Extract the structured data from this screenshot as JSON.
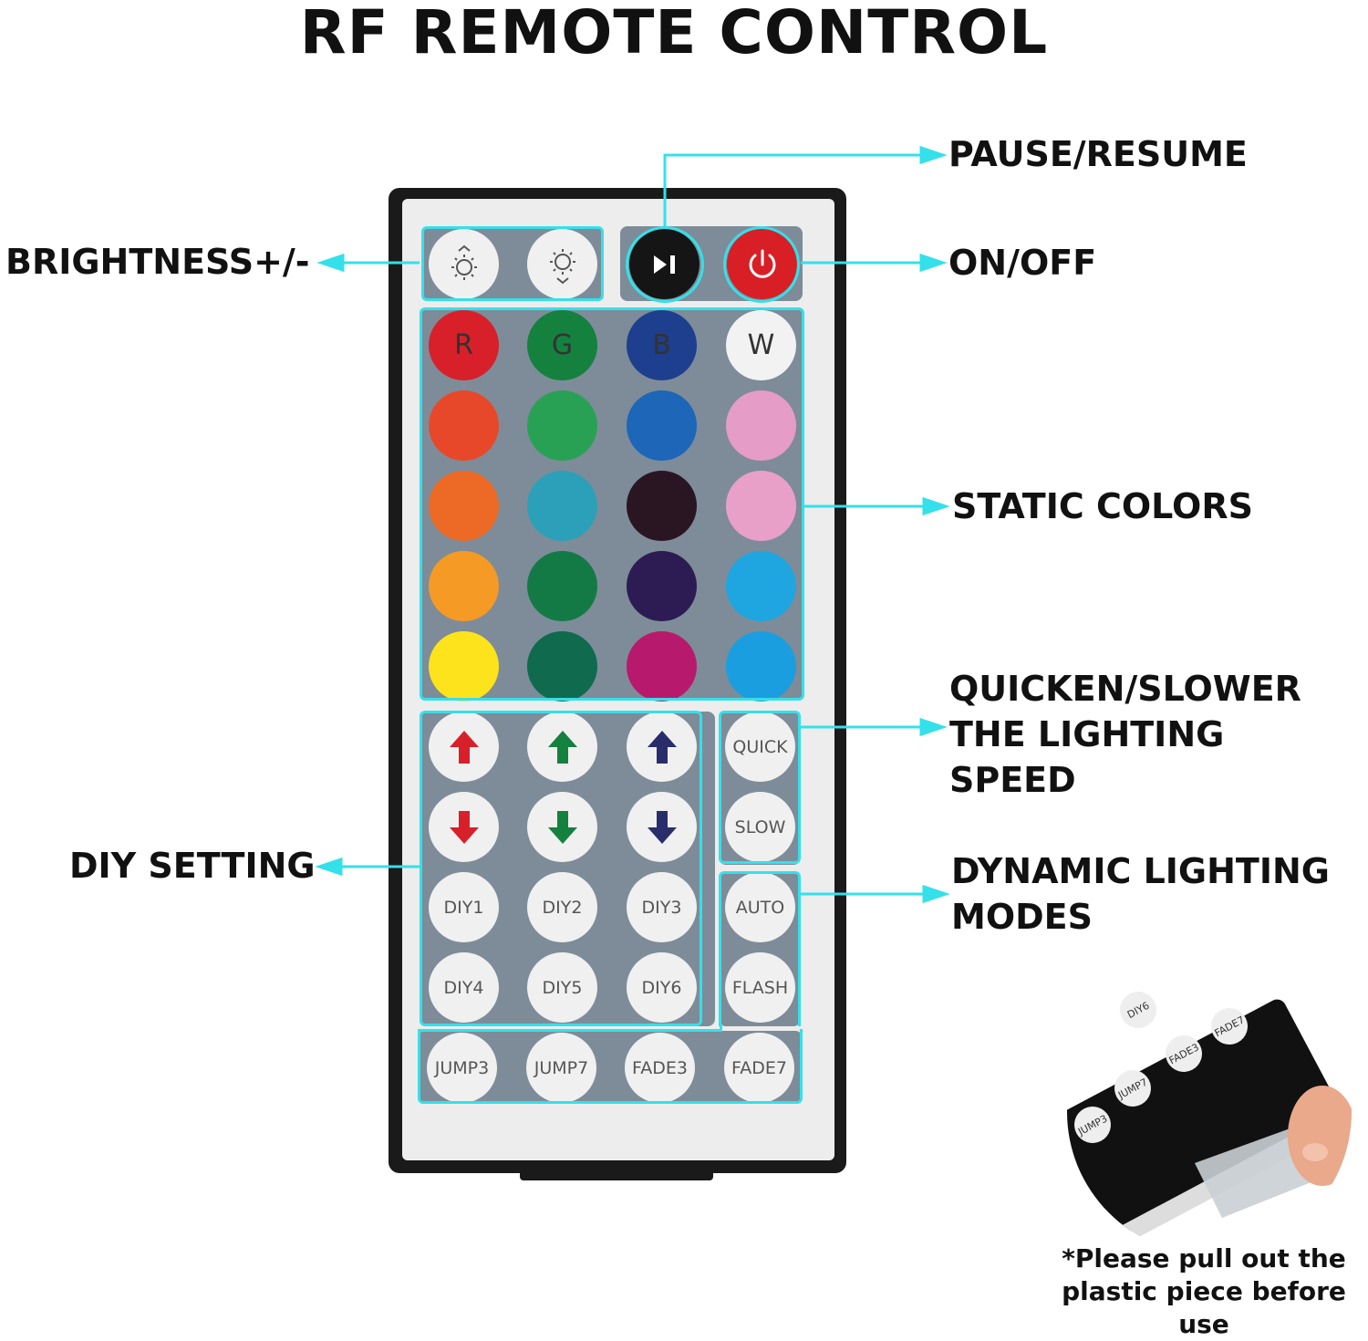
{
  "title": "RF REMOTE CONTROL",
  "callouts": {
    "brightness": "BRIGHTNESS+/-",
    "pause": "PAUSE/RESUME",
    "onoff": "ON/OFF",
    "static": "STATIC COLORS",
    "speed_1": "QUICKEN/SLOWER",
    "speed_2": "THE LIGHTING",
    "speed_3": "SPEED",
    "diy": "DIY SETTING",
    "dynamic_1": "DYNAMIC LIGHTING",
    "dynamic_2": "MODES"
  },
  "note": {
    "line1": "*Please pull out the",
    "line2": "plastic piece before use"
  },
  "colors": {
    "highlight": "#34e0ea",
    "panel": "#7d8c98",
    "body": "#1a1a1a"
  },
  "top_buttons": {
    "brightness_up_icon": "sun-up-icon",
    "brightness_down_icon": "sun-down-icon",
    "pause_icon": "play-pause-icon",
    "power_icon": "power-icon"
  },
  "color_grid": [
    [
      {
        "label": "R",
        "color": "#d8202a"
      },
      {
        "label": "G",
        "color": "#15813e"
      },
      {
        "label": "B",
        "color": "#1e3f8e"
      },
      {
        "label": "W",
        "color": "#f2f2f2"
      }
    ],
    [
      {
        "label": "",
        "color": "#e8482a"
      },
      {
        "label": "",
        "color": "#29a155"
      },
      {
        "label": "",
        "color": "#1d66b8"
      },
      {
        "label": "",
        "color": "#e59cc6"
      }
    ],
    [
      {
        "label": "",
        "color": "#ed6a26"
      },
      {
        "label": "",
        "color": "#2ca0b9"
      },
      {
        "label": "",
        "color": "#2a1623"
      },
      {
        "label": "",
        "color": "#e8a0c9"
      }
    ],
    [
      {
        "label": "",
        "color": "#f59a24"
      },
      {
        "label": "",
        "color": "#137a46"
      },
      {
        "label": "",
        "color": "#2d1c53"
      },
      {
        "label": "",
        "color": "#1fa5e0"
      }
    ],
    [
      {
        "label": "",
        "color": "#fde31b"
      },
      {
        "label": "",
        "color": "#0f6a4e"
      },
      {
        "label": "",
        "color": "#b71a6c"
      },
      {
        "label": "",
        "color": "#1a9ee0"
      }
    ]
  ],
  "diy_arrows": [
    {
      "dir": "up",
      "color": "#d8202a"
    },
    {
      "dir": "up",
      "color": "#15813e"
    },
    {
      "dir": "up",
      "color": "#2a2d6b"
    },
    {
      "dir": "down",
      "color": "#d8202a"
    },
    {
      "dir": "down",
      "color": "#15813e"
    },
    {
      "dir": "down",
      "color": "#2a2d6b"
    }
  ],
  "diy_labels": [
    "DIY1",
    "DIY2",
    "DIY3",
    "DIY4",
    "DIY5",
    "DIY6"
  ],
  "speed_labels": [
    "QUICK",
    "SLOW"
  ],
  "mode_labels": [
    "AUTO",
    "FLASH"
  ],
  "bottom_labels": [
    "JUMP3",
    "JUMP7",
    "FADE3",
    "FADE7"
  ],
  "inset_labels": [
    "DIY6",
    "FADE7",
    "FADE3",
    "JUMP7",
    "JUMP3"
  ]
}
